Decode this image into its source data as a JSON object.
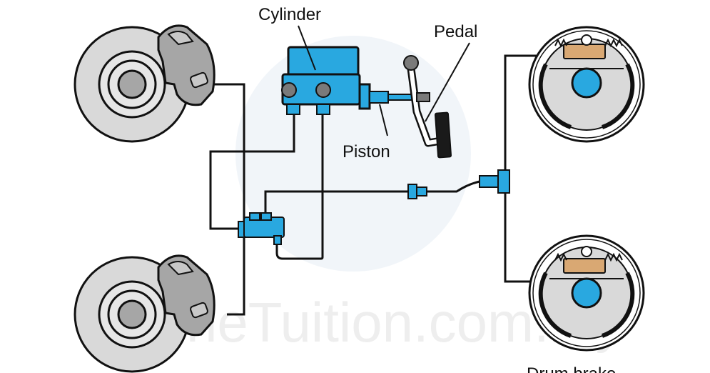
{
  "watermark": "OnlineTuition.com.my",
  "labels": {
    "cylinder": "Cylinder",
    "pedal": "Pedal",
    "piston": "Piston",
    "drum_brake": "Drum brake"
  },
  "colors": {
    "fluid_blue": "#29a8e0",
    "disc_grey": "#d9d9d9",
    "caliper_grey": "#a6a6a6",
    "wheel_cylinder_tan": "#d9a873",
    "line_black": "#111111"
  }
}
